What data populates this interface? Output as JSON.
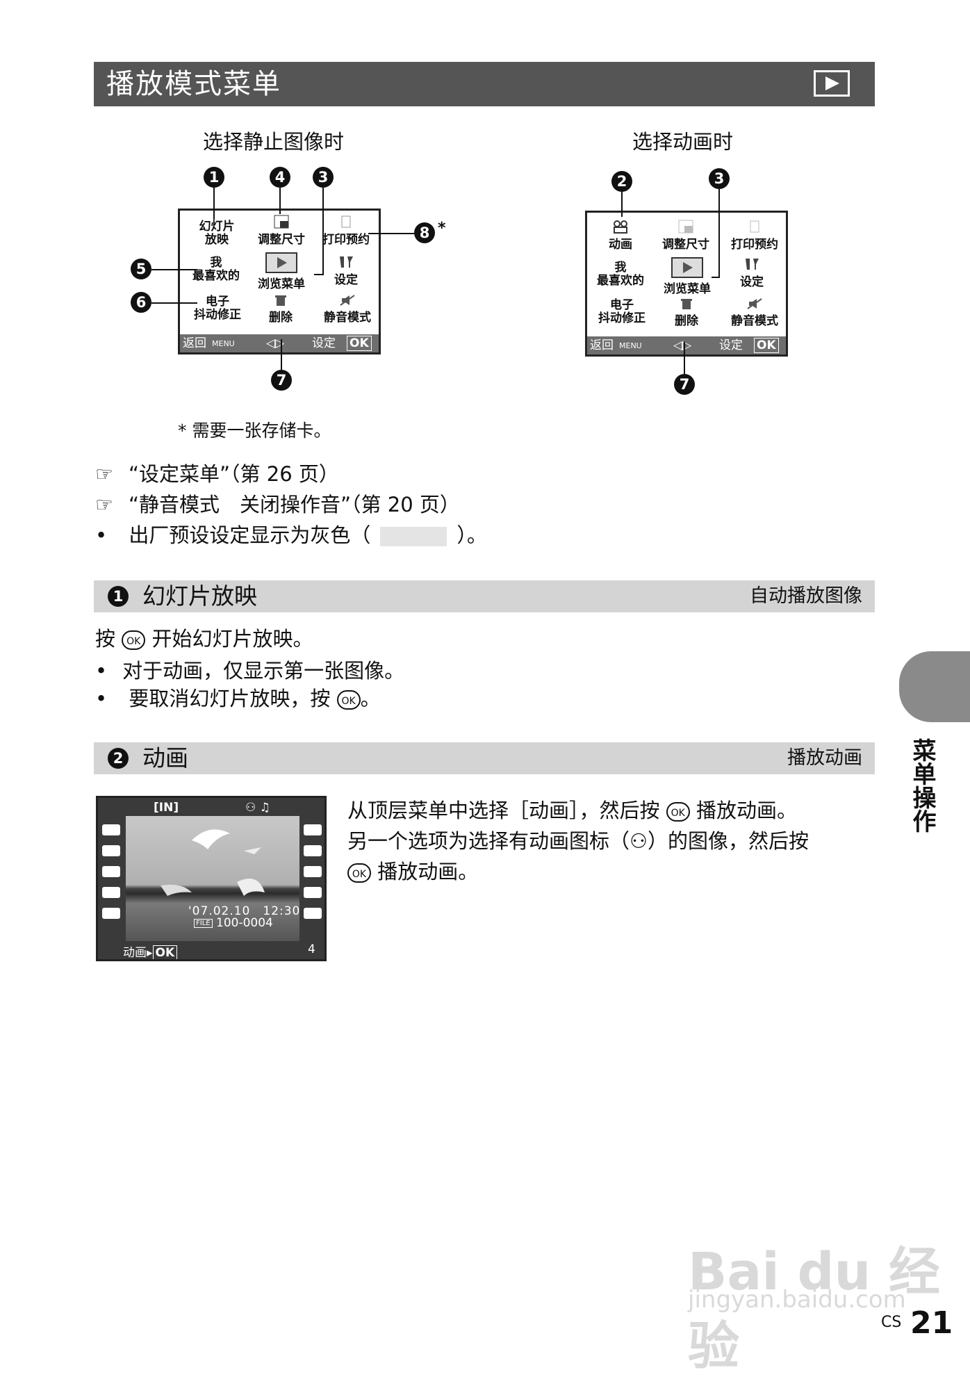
{
  "header": {
    "title": "播放模式菜单"
  },
  "captions": {
    "still": "选择静止图像时",
    "movie": "选择动画时",
    "footnote": "* 需要一张存储卡。"
  },
  "still_menu": {
    "items": {
      "slideshow": "幻灯片\n放映",
      "resize": "调整尺寸",
      "print_order": "打印预约",
      "favorite": "我\n最喜欢的",
      "browse": "浏览菜单",
      "setup": "设定",
      "stabilize": "电子\n抖动修正",
      "erase": "删除",
      "silent": "静音模式"
    },
    "bar": {
      "back": "返回",
      "menu": "MENU",
      "set": "设定",
      "ok": "OK"
    }
  },
  "movie_menu": {
    "items": {
      "movie": "动画",
      "resize": "调整尺寸",
      "print_order": "打印预约",
      "favorite": "我\n最喜欢的",
      "browse": "浏览菜单",
      "setup": "设定",
      "stabilize": "电子\n抖动修正",
      "erase": "删除",
      "silent": "静音模式"
    },
    "bar": {
      "back": "返回",
      "menu": "MENU",
      "set": "设定",
      "ok": "OK"
    }
  },
  "badges": {
    "b1": "1",
    "b2": "2",
    "b3": "3",
    "b4": "4",
    "b5": "5",
    "b6": "6",
    "b7": "7",
    "b8": "8",
    "asterisk": "*"
  },
  "refs": [
    {
      "icon": "☞",
      "text": "“设定菜单”（第 26 页）"
    },
    {
      "icon": "☞",
      "text": "“静音模式　关闭操作音”（第 20 页）"
    }
  ],
  "default_note": {
    "before": "出厂预设设定显示为灰色（",
    "after": "）。"
  },
  "section1": {
    "num": "1",
    "title": "幻灯片放映",
    "right": "自动播放图像",
    "line1_a": "按",
    "line1_b": "开始幻灯片放映。",
    "bullet1": "对于动画，仅显示第一张图像。",
    "bullet2_a": "要取消幻灯片放映，按",
    "bullet2_b": "。"
  },
  "section2": {
    "num": "2",
    "title": "动画",
    "right": "播放动画",
    "p1_a": "从顶层菜单中选择［动画］，然后按",
    "p1_b": "播放动画。",
    "p2_a": "另一个选项为选择有动画图标（",
    "p2_b": "）的图像，然后按",
    "p3": "播放动画。"
  },
  "ok_label": "OK",
  "film": {
    "memory": "[IN]",
    "date": "'07.02.10　12:30",
    "file": "100-0004",
    "file_tag": "FILE",
    "bottom_left": "动画",
    "ok": "OK",
    "count": "4"
  },
  "side": {
    "label": "菜单操作"
  },
  "footer": {
    "lang": "CS",
    "page": "21"
  },
  "watermark": {
    "line1": "Bai du 经验",
    "line2": "jingyan.baidu.com"
  }
}
